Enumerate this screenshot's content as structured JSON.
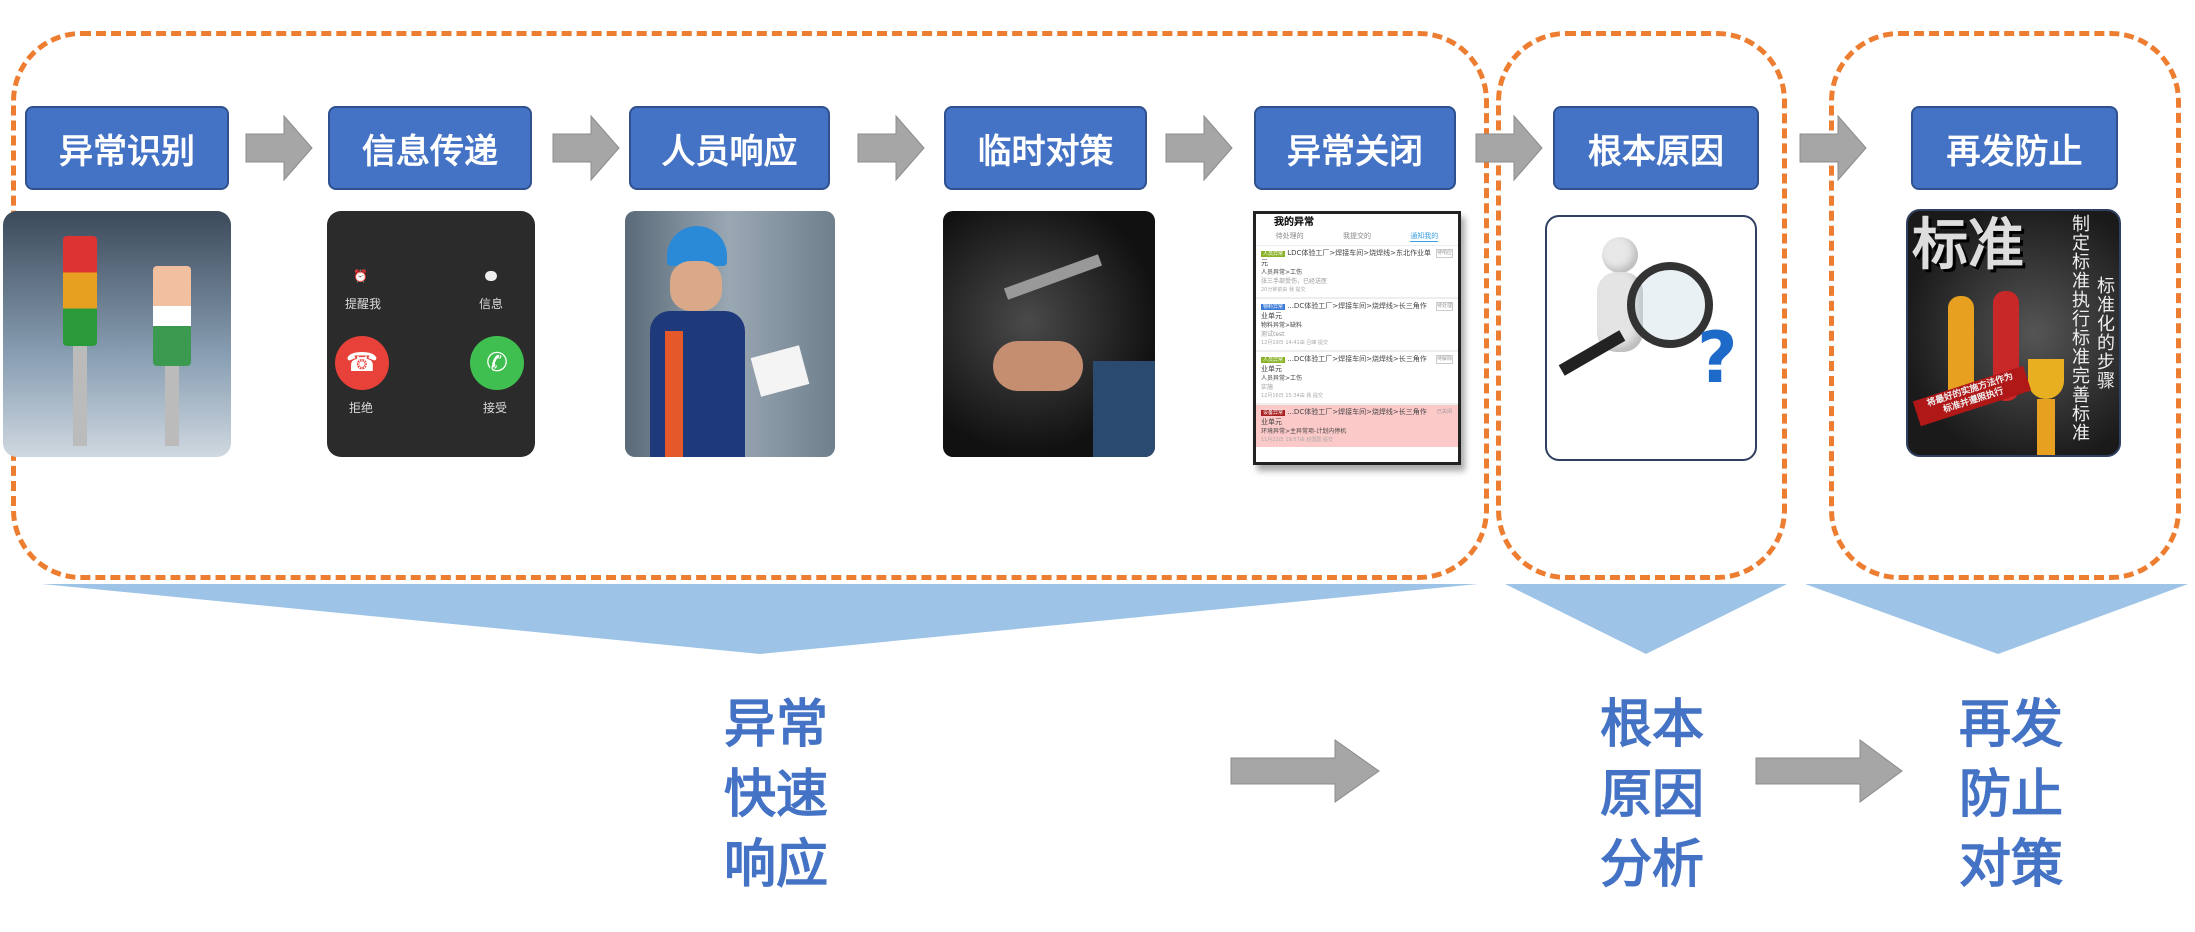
{
  "steps": [
    "异常识别",
    "信息传递",
    "人员响应",
    "临时对策",
    "异常关闭",
    "根本原因",
    "再发防止"
  ],
  "phone": {
    "remind": "提醒我",
    "message": "信息",
    "decline": "拒绝",
    "accept": "接受"
  },
  "app_screen": {
    "title": "我的异常",
    "tabs": [
      "待处理的",
      "我提交的",
      "通知我的"
    ],
    "items": [
      {
        "tag": "人员异常",
        "path": "LDC体验工厂>焊接车间>烧焊线>东北作业单元",
        "type": "人员异常>工伤",
        "desc": "张三手部受伤，已经送医",
        "time": "20分钟前由 我 提交",
        "status": "待响应"
      },
      {
        "tag": "物料异常",
        "path": "...DC体验工厂>焊接车间>烧焊线>长三角作业单元",
        "type": "物料异常>缺料",
        "desc": "测试test",
        "time": "12月19日 14:41由 吕峰 提交",
        "status": "待处理"
      },
      {
        "tag": "人员异常",
        "path": "...DC体验工厂>焊接车间>烧焊线>长三角作业单元",
        "type": "人员异常>工伤",
        "desc": "实施",
        "time": "12月16日 15:34由 我 提交",
        "status": "待解除"
      },
      {
        "tag": "设备异常",
        "path": "...DC体验工厂>焊接车间>烧焊线>长三角作业单元",
        "type": "环境异常>主异常项-计划内停机",
        "desc": "",
        "time": "11月22日 19:57由 赵国国 提交",
        "status": "已关闭"
      }
    ]
  },
  "standard_poster": {
    "title": "标准",
    "col1": "制定标准执行标准完善标准",
    "col2": "标准化的步骤",
    "ribbon": [
      "将最好的实施方法作为",
      "标准并遵照执行"
    ]
  },
  "summary": [
    [
      "异常",
      "快速",
      "响应"
    ],
    [
      "根本",
      "原因",
      "分析"
    ],
    [
      "再发",
      "防止",
      "对策"
    ]
  ],
  "colors": {
    "accent": "#4472C4",
    "dash": "#ED7D31",
    "arrow": "#A6A6A6",
    "funnel": "#9DC3E6"
  }
}
